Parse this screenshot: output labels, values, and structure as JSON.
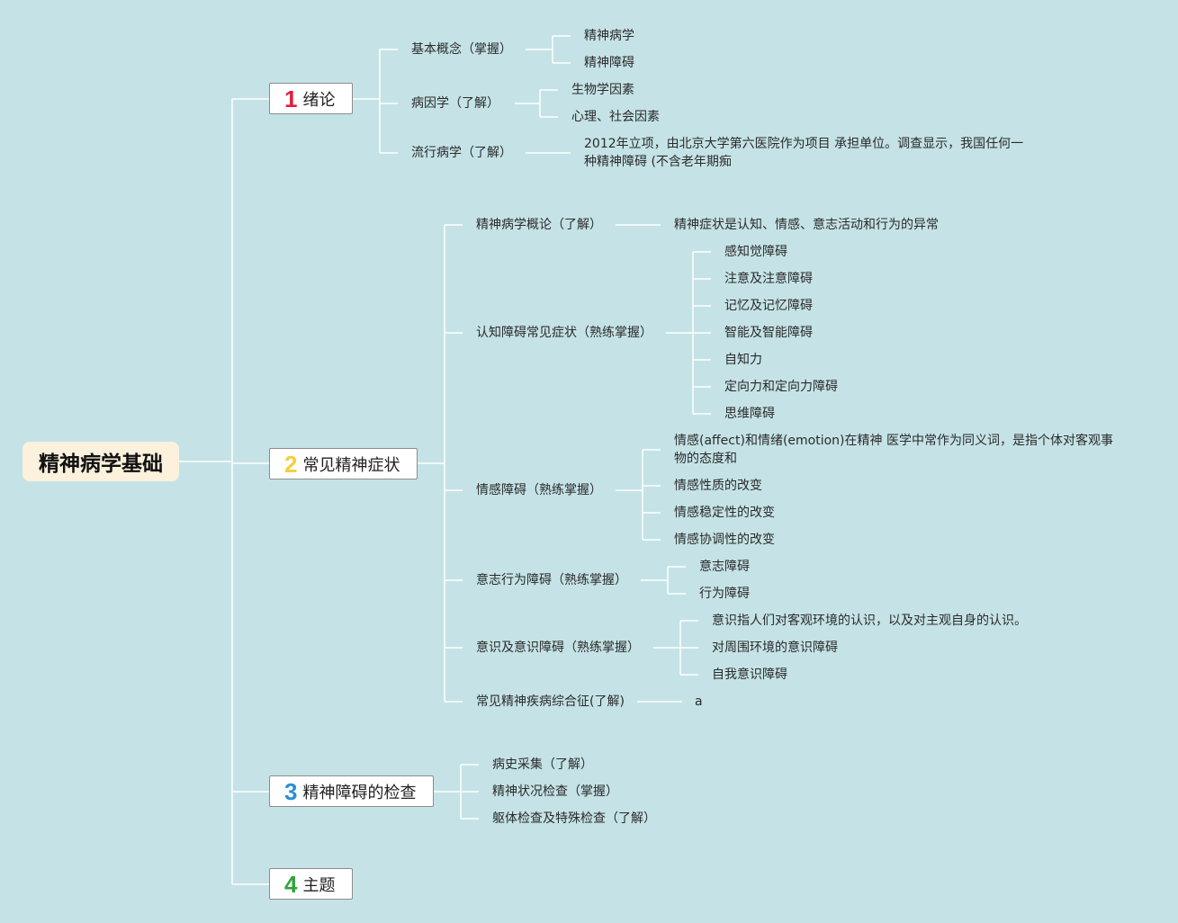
{
  "root": {
    "label": "精神病学基础"
  },
  "topics": [
    {
      "num": "1",
      "num_color": "#e0203c",
      "label": "绪论",
      "children": [
        {
          "label": "基本概念（掌握）",
          "children": [
            "精神病学",
            "精神障碍"
          ]
        },
        {
          "label": "病因学（了解）",
          "children": [
            "生物学因素",
            "心理、社会因素"
          ]
        },
        {
          "label": "流行病学（了解）",
          "children": [
            "2012年立项，由北京大学第六医院作为项目 承担单位。调查显示，我国任何一种精神障碍 (不含老年期痴"
          ]
        }
      ]
    },
    {
      "num": "2",
      "num_color": "#f5cf3a",
      "label": "常见精神症状",
      "children": [
        {
          "label": "精神病学概论（了解）",
          "children": [
            "精神症状是认知、情感、意志活动和行为的异常"
          ]
        },
        {
          "label": "认知障碍常见症状（熟练掌握）",
          "children": [
            "感知觉障碍",
            "注意及注意障碍",
            "记忆及记忆障碍",
            "智能及智能障碍",
            "自知力",
            "定向力和定向力障碍",
            "思维障碍"
          ]
        },
        {
          "label": "情感障碍（熟练掌握）",
          "children": [
            "情感(affect)和情绪(emotion)在精神 医学中常作为同义词，是指个体对客观事物的态度和",
            "情感性质的改变",
            "情感稳定性的改变",
            "情感协调性的改变"
          ]
        },
        {
          "label": "意志行为障碍（熟练掌握）",
          "children": [
            "意志障碍",
            "行为障碍"
          ]
        },
        {
          "label": "意识及意识障碍（熟练掌握）",
          "children": [
            "意识指人们对客观环境的认识，以及对主观自身的认识。",
            "对周围环境的意识障碍",
            "自我意识障碍"
          ]
        },
        {
          "label": "常见精神疾病综合征(了解)",
          "children": [
            "a"
          ]
        }
      ]
    },
    {
      "num": "3",
      "num_color": "#2b8fd6",
      "label": "精神障碍的检查",
      "children": [
        {
          "label": "病史采集（了解）"
        },
        {
          "label": "精神状况检查（掌握）"
        },
        {
          "label": "躯体检查及特殊检查（了解）"
        }
      ]
    },
    {
      "num": "4",
      "num_color": "#2fa33a",
      "label": "主题",
      "children": []
    }
  ],
  "colors": {
    "background": "#c5e3e6",
    "connector": "#ffffff",
    "root_fill": "#fbf1dc"
  }
}
